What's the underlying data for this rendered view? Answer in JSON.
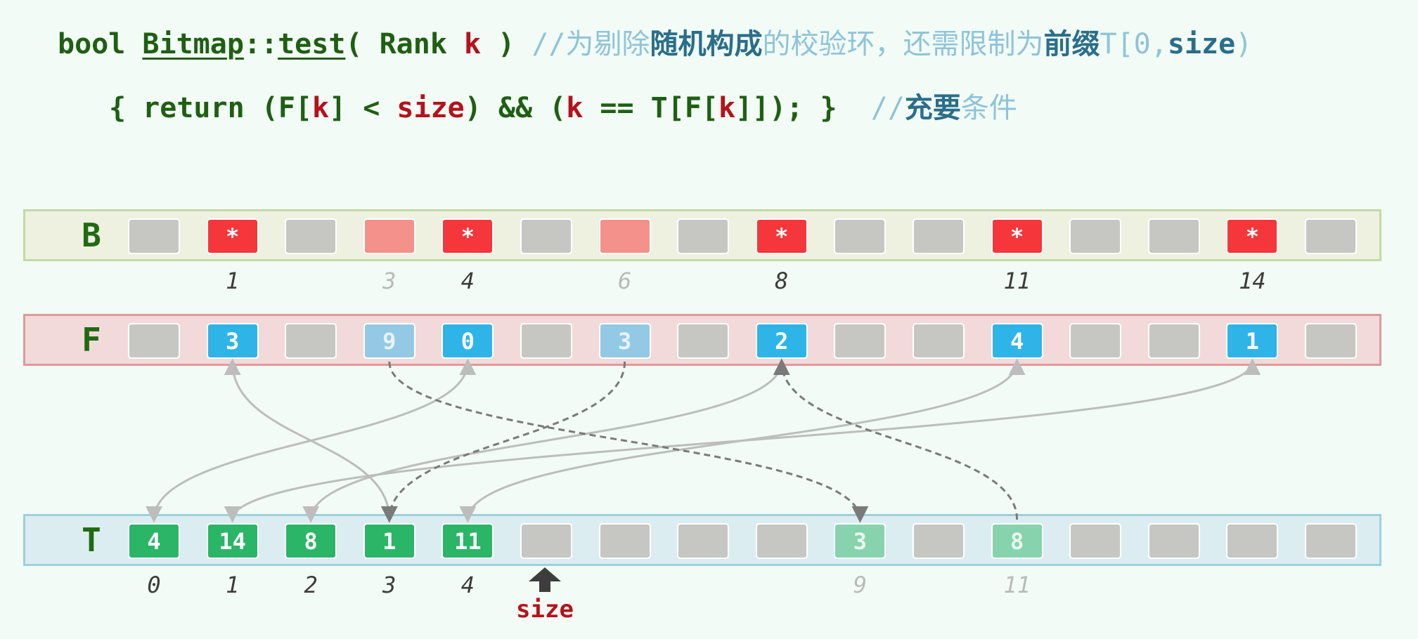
{
  "code": {
    "line1": {
      "t_bool": "bool ",
      "t_class": "Bitmap",
      "t_scope": "::",
      "t_method": "test",
      "t_open": "( Rank ",
      "t_k": "k",
      "t_close": " ) ",
      "c_slash": "//",
      "c_a": "为剔除",
      "c_b": "随机构成",
      "c_c": "的校验环，还需限制为",
      "c_d": "前缀",
      "c_e": "T[0,",
      "c_f": "size",
      "c_g": ")"
    },
    "line2": {
      "p1": "{ return (F[",
      "k1": "k",
      "p2": "] < ",
      "size": "size",
      "p3": ") && (",
      "k2": "k",
      "p4": " == T[F[",
      "k3": "k",
      "p5": "]]); }  ",
      "c_slash": "//",
      "c_b": "充要",
      "c_c": "条件"
    }
  },
  "rows": {
    "B": {
      "label": "B",
      "cells": [
        {
          "v": "",
          "style": "empty"
        },
        {
          "v": "*",
          "style": "red"
        },
        {
          "v": "",
          "style": "empty"
        },
        {
          "v": "",
          "style": "pink"
        },
        {
          "v": "*",
          "style": "red"
        },
        {
          "v": "",
          "style": "empty"
        },
        {
          "v": "",
          "style": "pink"
        },
        {
          "v": "",
          "style": "empty"
        },
        {
          "v": "*",
          "style": "red"
        },
        {
          "v": "",
          "style": "empty"
        },
        {
          "v": "",
          "style": "empty"
        },
        {
          "v": "*",
          "style": "red"
        },
        {
          "v": "",
          "style": "empty"
        },
        {
          "v": "",
          "style": "empty"
        },
        {
          "v": "*",
          "style": "red"
        },
        {
          "v": "",
          "style": "empty"
        }
      ],
      "indices": [
        {
          "slot": 1,
          "text": "1",
          "tone": "dark"
        },
        {
          "slot": 3,
          "text": "3",
          "tone": "light"
        },
        {
          "slot": 4,
          "text": "4",
          "tone": "dark"
        },
        {
          "slot": 6,
          "text": "6",
          "tone": "light"
        },
        {
          "slot": 8,
          "text": "8",
          "tone": "dark"
        },
        {
          "slot": 11,
          "text": "11",
          "tone": "dark"
        },
        {
          "slot": 14,
          "text": "14",
          "tone": "dark"
        }
      ]
    },
    "F": {
      "label": "F",
      "cells": [
        {
          "v": "",
          "style": "empty"
        },
        {
          "v": "3",
          "style": "blue"
        },
        {
          "v": "",
          "style": "empty"
        },
        {
          "v": "9",
          "style": "lblue"
        },
        {
          "v": "0",
          "style": "blue"
        },
        {
          "v": "",
          "style": "empty"
        },
        {
          "v": "3",
          "style": "lblue"
        },
        {
          "v": "",
          "style": "empty"
        },
        {
          "v": "2",
          "style": "blue"
        },
        {
          "v": "",
          "style": "empty"
        },
        {
          "v": "",
          "style": "empty"
        },
        {
          "v": "4",
          "style": "blue"
        },
        {
          "v": "",
          "style": "empty"
        },
        {
          "v": "",
          "style": "empty"
        },
        {
          "v": "1",
          "style": "blue"
        },
        {
          "v": "",
          "style": "empty"
        }
      ]
    },
    "T": {
      "label": "T",
      "cells": [
        {
          "v": "4",
          "style": "green"
        },
        {
          "v": "14",
          "style": "green"
        },
        {
          "v": "8",
          "style": "green"
        },
        {
          "v": "1",
          "style": "green"
        },
        {
          "v": "11",
          "style": "green"
        },
        {
          "v": "",
          "style": "empty"
        },
        {
          "v": "",
          "style": "empty"
        },
        {
          "v": "",
          "style": "empty"
        },
        {
          "v": "",
          "style": "empty"
        },
        {
          "v": "3",
          "style": "lgreen"
        },
        {
          "v": "",
          "style": "empty"
        },
        {
          "v": "8",
          "style": "lgreen"
        },
        {
          "v": "",
          "style": "empty"
        },
        {
          "v": "",
          "style": "empty"
        },
        {
          "v": "",
          "style": "empty"
        },
        {
          "v": "",
          "style": "empty"
        }
      ],
      "indices": [
        {
          "slot": 0,
          "text": "0",
          "tone": "dark"
        },
        {
          "slot": 1,
          "text": "1",
          "tone": "dark"
        },
        {
          "slot": 2,
          "text": "2",
          "tone": "dark"
        },
        {
          "slot": 3,
          "text": "3",
          "tone": "dark"
        },
        {
          "slot": 4,
          "text": "4",
          "tone": "dark"
        },
        {
          "slot": 9,
          "text": "9",
          "tone": "light"
        },
        {
          "slot": 11,
          "text": "11",
          "tone": "light"
        }
      ]
    }
  },
  "size_marker": {
    "label": "size",
    "slot": 5
  },
  "links": [
    {
      "from_row": "F",
      "from_slot": 1,
      "to_row": "T",
      "to_slot": 3,
      "kind": "solid"
    },
    {
      "from_row": "F",
      "from_slot": 4,
      "to_row": "T",
      "to_slot": 0,
      "kind": "solid"
    },
    {
      "from_row": "F",
      "from_slot": 8,
      "to_row": "T",
      "to_slot": 2,
      "kind": "solid"
    },
    {
      "from_row": "F",
      "from_slot": 11,
      "to_row": "T",
      "to_slot": 4,
      "kind": "solid"
    },
    {
      "from_row": "F",
      "from_slot": 14,
      "to_row": "T",
      "to_slot": 1,
      "kind": "solid"
    },
    {
      "from_row": "F",
      "from_slot": 6,
      "to_row": "T",
      "to_slot": 3,
      "kind": "dashed"
    },
    {
      "from_row": "F",
      "from_slot": 3,
      "to_row": "T",
      "to_slot": 9,
      "kind": "dashed"
    },
    {
      "from_row": "T",
      "from_slot": 11,
      "to_row": "F",
      "to_slot": 8,
      "kind": "dashed"
    }
  ],
  "colors": {
    "code_keyword": "#1f5f12",
    "code_variable": "#b5121b",
    "comment": "#8fc4d8",
    "comment_emphasis": "#2a6e8a",
    "solid_link": "#bdbdbd",
    "dashed_link": "#7a7a7a"
  }
}
